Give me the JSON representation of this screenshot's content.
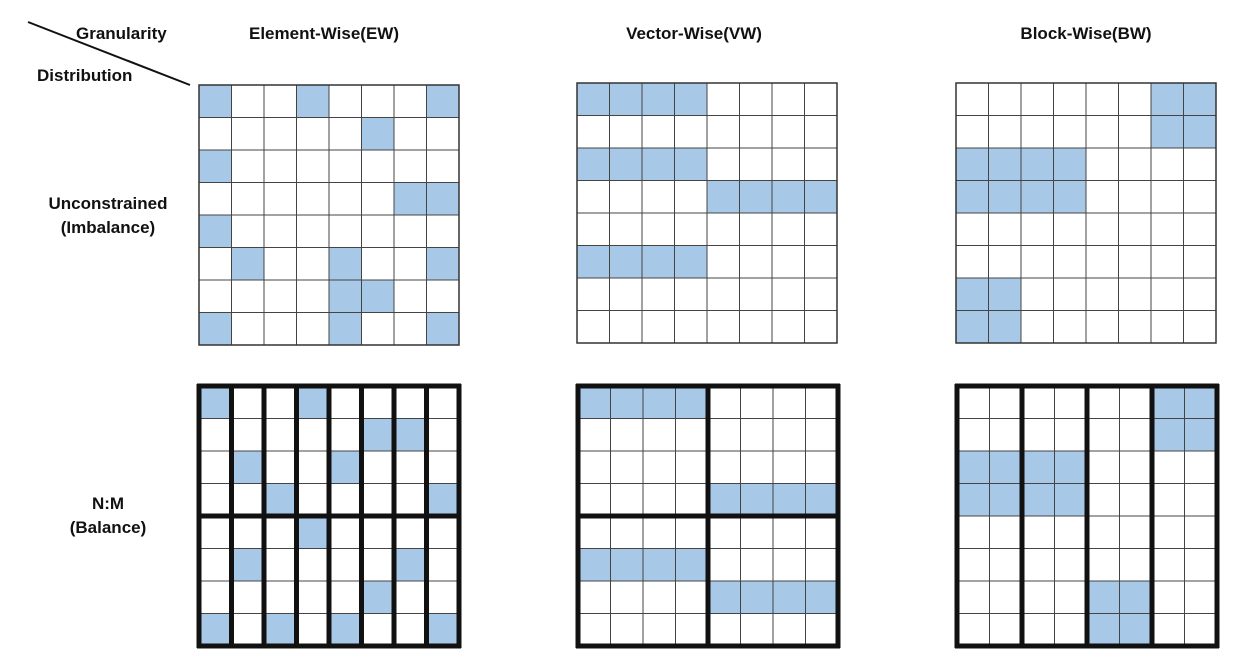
{
  "header": {
    "granularity": "Granularity",
    "distribution": "Distribution",
    "columns": [
      "Element-Wise(EW)",
      "Vector-Wise(VW)",
      "Block-Wise(BW)"
    ]
  },
  "rows": [
    {
      "line1": "Unconstrained",
      "line2": "(Imbalance)"
    },
    {
      "line1": "N:M",
      "line2": "(Balance)"
    }
  ],
  "colors": {
    "fill": "#a8c8e8",
    "empty": "#ffffff",
    "line": "#222222"
  },
  "grids": [
    {
      "name": "unconstrained-element-wise",
      "filled": [
        [
          0,
          0
        ],
        [
          0,
          3
        ],
        [
          0,
          7
        ],
        [
          1,
          5
        ],
        [
          2,
          0
        ],
        [
          3,
          6
        ],
        [
          3,
          7
        ],
        [
          4,
          0
        ],
        [
          5,
          1
        ],
        [
          5,
          4
        ],
        [
          5,
          7
        ],
        [
          6,
          4
        ],
        [
          6,
          5
        ],
        [
          7,
          0
        ],
        [
          7,
          4
        ],
        [
          7,
          7
        ]
      ]
    },
    {
      "name": "unconstrained-vector-wise",
      "filled": [
        [
          0,
          0
        ],
        [
          0,
          1
        ],
        [
          0,
          2
        ],
        [
          0,
          3
        ],
        [
          2,
          0
        ],
        [
          2,
          1
        ],
        [
          2,
          2
        ],
        [
          2,
          3
        ],
        [
          3,
          4
        ],
        [
          3,
          5
        ],
        [
          3,
          6
        ],
        [
          3,
          7
        ],
        [
          5,
          0
        ],
        [
          5,
          1
        ],
        [
          5,
          2
        ],
        [
          5,
          3
        ]
      ]
    },
    {
      "name": "unconstrained-block-wise",
      "filled": [
        [
          0,
          6
        ],
        [
          0,
          7
        ],
        [
          1,
          6
        ],
        [
          1,
          7
        ],
        [
          2,
          0
        ],
        [
          2,
          1
        ],
        [
          2,
          2
        ],
        [
          2,
          3
        ],
        [
          3,
          0
        ],
        [
          3,
          1
        ],
        [
          3,
          2
        ],
        [
          3,
          3
        ],
        [
          6,
          0
        ],
        [
          6,
          1
        ],
        [
          7,
          0
        ],
        [
          7,
          1
        ]
      ]
    },
    {
      "name": "nm-element-wise",
      "filled": [
        [
          0,
          0
        ],
        [
          0,
          3
        ],
        [
          1,
          5
        ],
        [
          1,
          6
        ],
        [
          2,
          1
        ],
        [
          2,
          4
        ],
        [
          3,
          2
        ],
        [
          3,
          7
        ],
        [
          4,
          3
        ],
        [
          5,
          1
        ],
        [
          5,
          6
        ],
        [
          6,
          5
        ],
        [
          7,
          0
        ],
        [
          7,
          2
        ],
        [
          7,
          4
        ],
        [
          7,
          7
        ]
      ]
    },
    {
      "name": "nm-vector-wise",
      "filled": [
        [
          0,
          0
        ],
        [
          0,
          1
        ],
        [
          0,
          2
        ],
        [
          0,
          3
        ],
        [
          3,
          4
        ],
        [
          3,
          5
        ],
        [
          3,
          6
        ],
        [
          3,
          7
        ],
        [
          5,
          0
        ],
        [
          5,
          1
        ],
        [
          5,
          2
        ],
        [
          5,
          3
        ],
        [
          6,
          4
        ],
        [
          6,
          5
        ],
        [
          6,
          6
        ],
        [
          6,
          7
        ]
      ]
    },
    {
      "name": "nm-block-wise",
      "filled": [
        [
          0,
          6
        ],
        [
          0,
          7
        ],
        [
          1,
          6
        ],
        [
          1,
          7
        ],
        [
          2,
          0
        ],
        [
          2,
          1
        ],
        [
          2,
          2
        ],
        [
          2,
          3
        ],
        [
          3,
          0
        ],
        [
          3,
          1
        ],
        [
          3,
          2
        ],
        [
          3,
          3
        ],
        [
          6,
          4
        ],
        [
          6,
          5
        ],
        [
          7,
          4
        ],
        [
          7,
          5
        ]
      ]
    }
  ]
}
